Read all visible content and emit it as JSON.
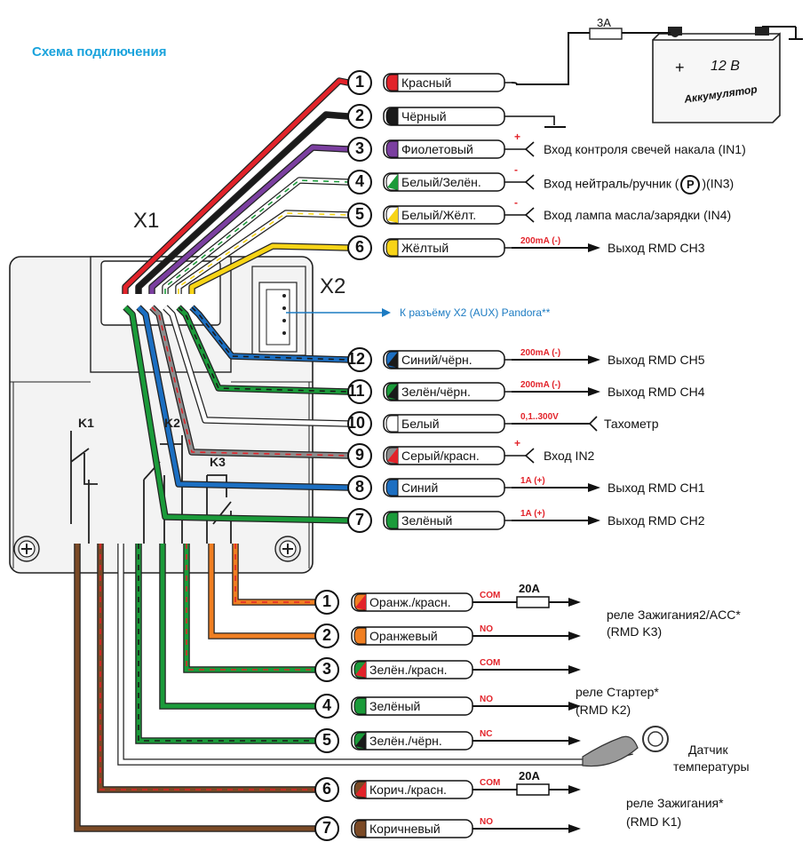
{
  "title": "Схема подключения",
  "connectors": {
    "x1": "X1",
    "x2": "X2",
    "x2_note": "К разъёму X2 (AUX) Pandora**"
  },
  "battery": {
    "fuse": "3A",
    "voltage": "12 В",
    "label": "Аккумулятор",
    "plus": "+"
  },
  "relays": [
    "K1",
    "K2",
    "K3"
  ],
  "x1_wires": [
    {
      "num": "1",
      "name": "Красный",
      "colors": [
        "#e2232a",
        "#e2232a"
      ],
      "signal": "",
      "desc": ""
    },
    {
      "num": "2",
      "name": "Чёрный",
      "colors": [
        "#1a1a1a",
        "#1a1a1a"
      ],
      "signal": "",
      "desc": ""
    },
    {
      "num": "3",
      "name": "Фиолетовый",
      "colors": [
        "#7b3fa0",
        "#7b3fa0"
      ],
      "signal": "+",
      "desc": "Вход контроля свечей накала (IN1)"
    },
    {
      "num": "4",
      "name": "Белый/Зелён.",
      "colors": [
        "#ffffff",
        "#1b9b3a"
      ],
      "signal": "-",
      "desc_pre": "Вход нейтраль/ручник (",
      "desc_icon": "P",
      "desc_post": ")(IN3)"
    },
    {
      "num": "5",
      "name": "Белый/Жёлт.",
      "colors": [
        "#ffffff",
        "#f7d417"
      ],
      "signal": "-",
      "desc": "Вход лампа масла/зарядки (IN4)"
    },
    {
      "num": "6",
      "name": "Жёлтый",
      "colors": [
        "#f7d417",
        "#f7d417"
      ],
      "signal": "200mA (-)",
      "desc": "Выход RMD CH3"
    },
    {
      "num": "12",
      "name": "Синий/чёрн.",
      "colors": [
        "#1c6fc2",
        "#1a1a1a"
      ],
      "signal": "200mA (-)",
      "desc": "Выход RMD CH5"
    },
    {
      "num": "11",
      "name": "Зелён/чёрн.",
      "colors": [
        "#1b9b3a",
        "#1a1a1a"
      ],
      "signal": "200mA (-)",
      "desc": "Выход RMD CH4"
    },
    {
      "num": "10",
      "name": "Белый",
      "colors": [
        "#ffffff",
        "#ffffff"
      ],
      "signal": "0,1..300V",
      "desc": "Тахометр"
    },
    {
      "num": "9",
      "name": "Серый/красн.",
      "colors": [
        "#8c8c8c",
        "#e2232a"
      ],
      "signal": "+",
      "desc": "Вход IN2"
    },
    {
      "num": "8",
      "name": "Синий",
      "colors": [
        "#1c6fc2",
        "#1c6fc2"
      ],
      "signal": "1A (+)",
      "desc": "Выход RMD CH1"
    },
    {
      "num": "7",
      "name": "Зелёный",
      "colors": [
        "#1b9b3a",
        "#1b9b3a"
      ],
      "signal": "1A (+)",
      "desc": "Выход RMD CH2"
    }
  ],
  "relay_wires": [
    {
      "num": "1",
      "name": "Оранж./красн.",
      "colors": [
        "#f07f22",
        "#e2232a"
      ],
      "signal": "COM",
      "fuse": "20A"
    },
    {
      "num": "2",
      "name": "Оранжевый",
      "colors": [
        "#f07f22",
        "#f07f22"
      ],
      "signal": "NO",
      "fuse": ""
    },
    {
      "num": "3",
      "name": "Зелён./красн.",
      "colors": [
        "#1b9b3a",
        "#e2232a"
      ],
      "signal": "COM",
      "fuse": ""
    },
    {
      "num": "4",
      "name": "Зелёный",
      "colors": [
        "#1b9b3a",
        "#1b9b3a"
      ],
      "signal": "NO",
      "fuse": ""
    },
    {
      "num": "5",
      "name": "Зелён./чёрн.",
      "colors": [
        "#1b9b3a",
        "#1a1a1a"
      ],
      "signal": "NC",
      "fuse": ""
    },
    {
      "num": "6",
      "name": "Корич./красн.",
      "colors": [
        "#7b4a26",
        "#e2232a"
      ],
      "signal": "COM",
      "fuse": "20A"
    },
    {
      "num": "7",
      "name": "Коричневый",
      "colors": [
        "#7b4a26",
        "#7b4a26"
      ],
      "signal": "NO",
      "fuse": ""
    }
  ],
  "relay_groups": [
    {
      "line1": "реле Зажигания2/ACC*",
      "line2": "(RMD K3)"
    },
    {
      "line1": "реле Стартер*",
      "line2": "(RMD K2)"
    },
    {
      "line1": "реле Зажигания*",
      "line2": "(RMD K1)"
    }
  ],
  "sensor": {
    "line1": "Датчик",
    "line2": "температуры"
  },
  "palette": {
    "red": "#e2232a",
    "black": "#1a1a1a",
    "violet": "#7b3fa0",
    "green": "#1b9b3a",
    "yellow": "#f7d417",
    "blue": "#1c6fc2",
    "orange": "#f07f22",
    "brown": "#7b4a26",
    "grey": "#8c8c8c",
    "accent": "#1aa3dc"
  }
}
